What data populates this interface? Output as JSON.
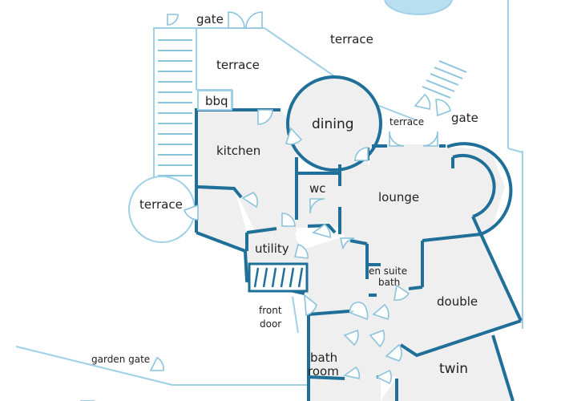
{
  "labels": {
    "gate_top": "gate",
    "terrace_top": "terrace",
    "terrace_upper": "terrace",
    "bbq": "bbq",
    "dining": "dining",
    "terrace_small": "terrace",
    "gate_right": "gate",
    "kitchen": "kitchen",
    "wc": "wc",
    "lounge": "lounge",
    "terrace_round": "terrace",
    "utility": "utility",
    "en_suite_1": "en suite",
    "en_suite_2": "bath",
    "double": "double",
    "front_door_1": "front",
    "front_door_2": "door",
    "garden_gate": "garden gate",
    "bathroom_1": "bath",
    "bathroom_2": "room",
    "twin": "twin"
  },
  "colors": {
    "wall": "#1f6f99",
    "outline": "#9fd0e6",
    "door": "#8ac3dc",
    "floor": "#efefef",
    "pool": "#b9def0"
  }
}
